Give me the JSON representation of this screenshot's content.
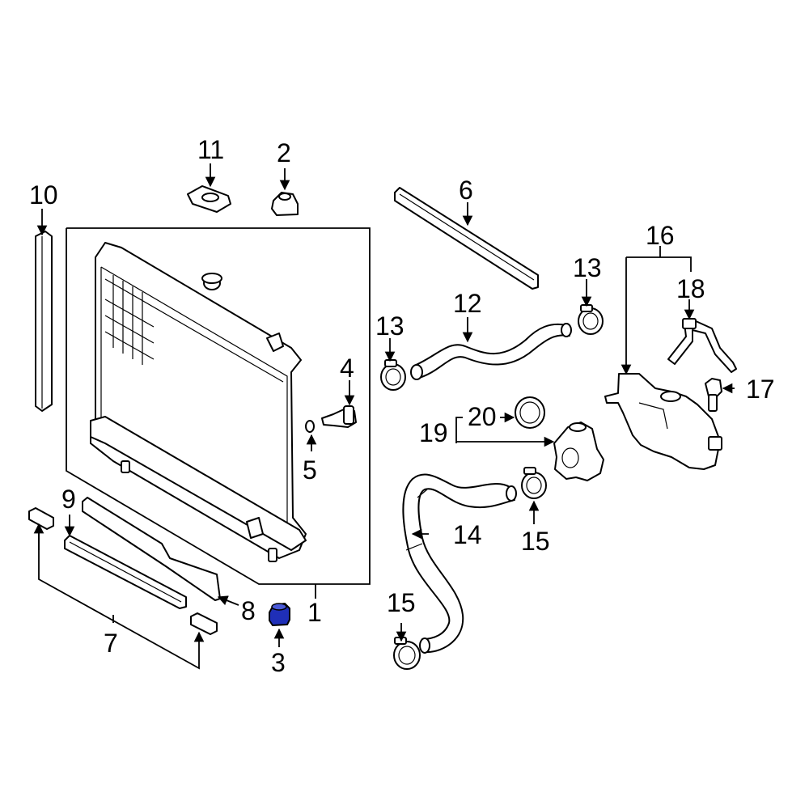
{
  "diagram": {
    "highlight_color": "#1f2fb8",
    "highlighted_part": "3",
    "callouts": {
      "p1": "1",
      "p2": "2",
      "p3": "3",
      "p4": "4",
      "p5": "5",
      "p6": "6",
      "p7": "7",
      "p8": "8",
      "p9": "9",
      "p10": "10",
      "p11": "11",
      "p12": "12",
      "p13a": "13",
      "p13b": "13",
      "p14": "14",
      "p15a": "15",
      "p15b": "15",
      "p16": "16",
      "p17": "17",
      "p18": "18",
      "p19": "19",
      "p20": "20"
    }
  }
}
